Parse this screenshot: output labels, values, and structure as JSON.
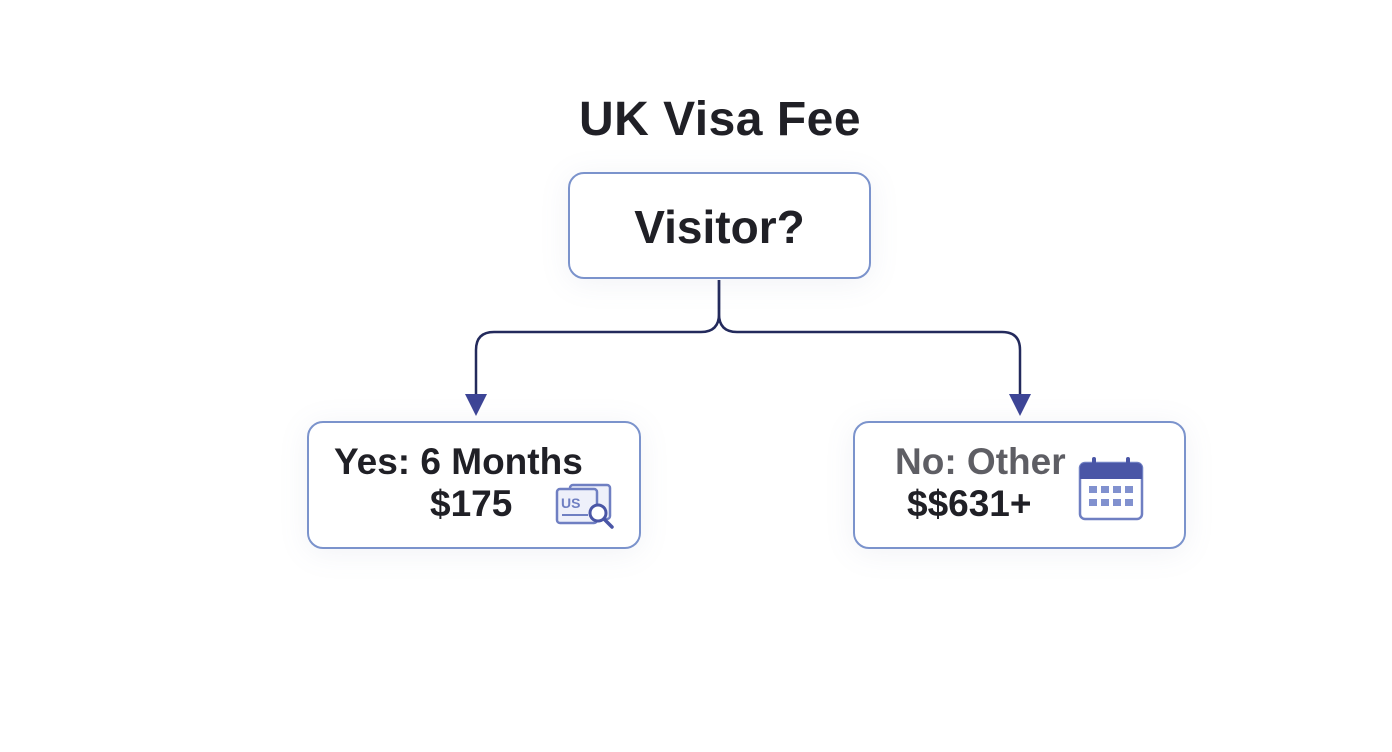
{
  "title": "UK Visa Fee",
  "root": {
    "label": "Visitor?"
  },
  "branches": [
    {
      "line1": "Yes: 6 Months",
      "line2": "$175",
      "icon": "document-search-icon",
      "icon_text": "US"
    },
    {
      "line1": "No: Other",
      "line2": "$$631+",
      "icon": "calendar-icon"
    }
  ],
  "colors": {
    "node_border": "#7b93cc",
    "connector": "#232a5c",
    "arrow_head": "#3d4596",
    "icon_accent": "#4a56a6"
  }
}
